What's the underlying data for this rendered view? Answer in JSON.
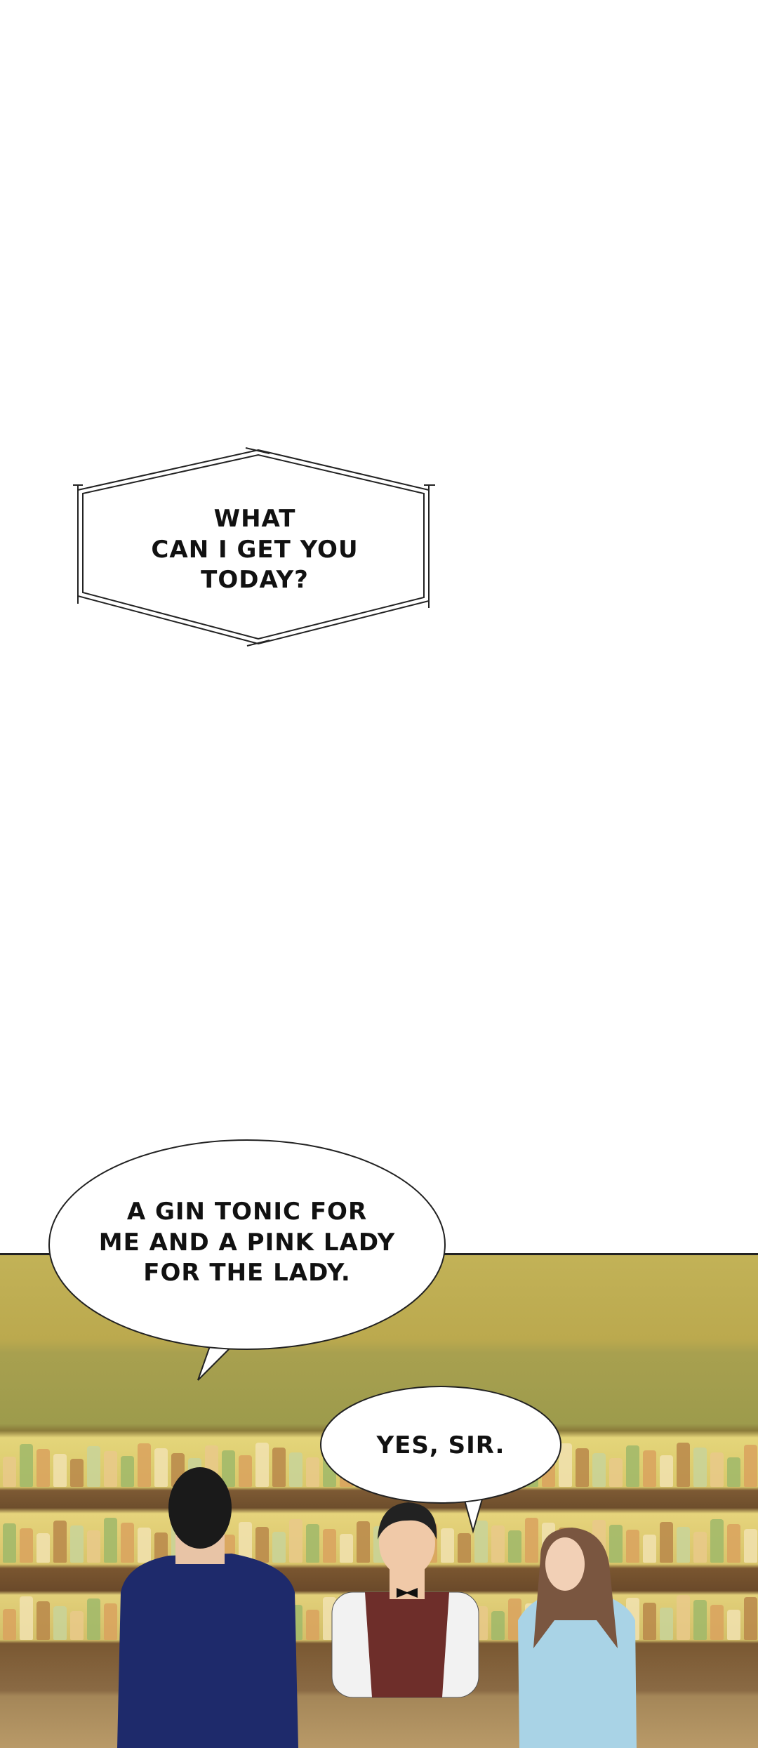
{
  "bubbles": {
    "bartender_question": {
      "lines": [
        "WHAT",
        "CAN I GET YOU",
        "TODAY?"
      ]
    },
    "man_order": {
      "lines": [
        "A GIN TONIC FOR",
        "ME AND A PINK LADY",
        "FOR THE LADY."
      ]
    },
    "bartender_reply": {
      "lines": [
        "YES, SIR."
      ]
    }
  },
  "colors": {
    "suit": "#1e2a6b",
    "vest": "#6e2e2a",
    "blouse": "#a9d3e6",
    "wall": "#bba94e"
  }
}
